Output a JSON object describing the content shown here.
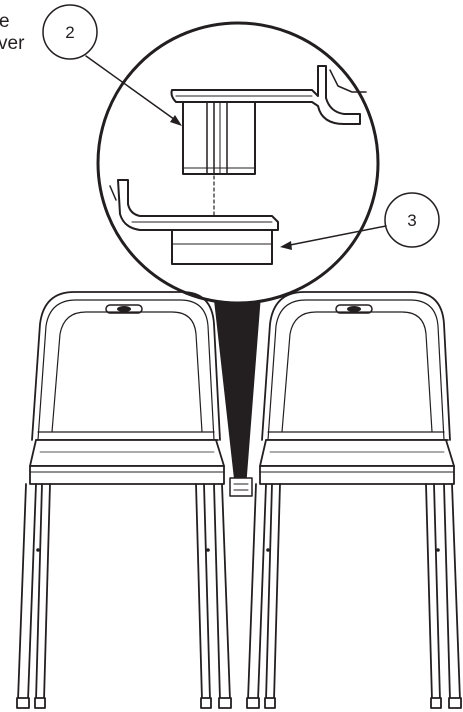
{
  "text_fragments": {
    "line1": "e",
    "line2": "ver"
  },
  "callouts": [
    {
      "label": "2"
    },
    {
      "label": "3"
    }
  ],
  "colors": {
    "ink": "#231f20",
    "seat_shading": "#d9d9d9",
    "background": "#ffffff"
  }
}
